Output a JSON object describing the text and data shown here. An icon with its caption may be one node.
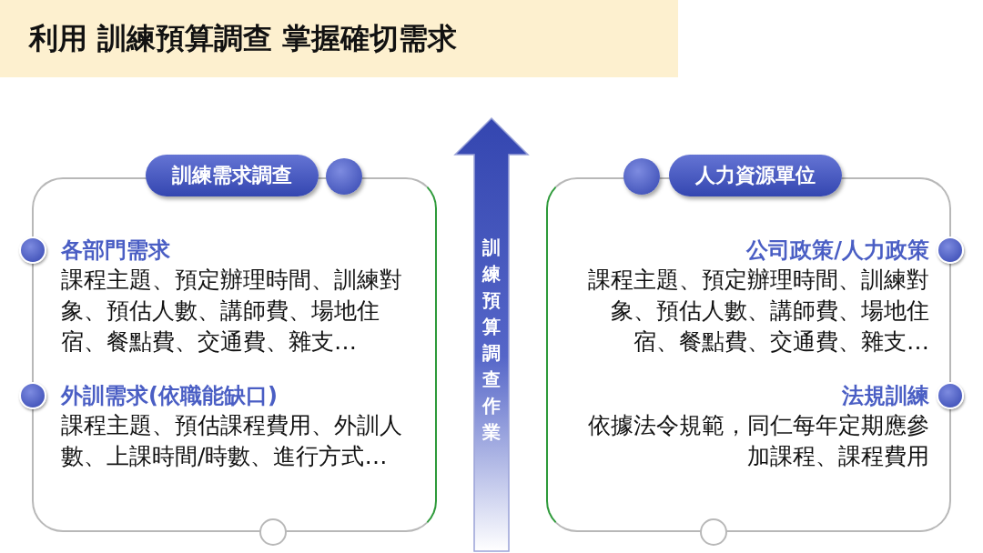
{
  "diagram": {
    "title": "利用 **訓練預算調查** 掌握確切需求",
    "nodes": [
      {
        "text": [
          "訓練需求調查"
        ]
      },
      {
        "text": [
          "各部門需求",
          "課程主題、預定辦理時間、訓練對象、預估人數、講師費、場地住宿、餐點費、交通費、雜支…"
        ],
        "in": 0
      },
      {
        "text": [
          "外訓需求(依職能缺口)",
          "課程主題、預估課程費用、外訓人數、上課時間/時數、進行方式…"
        ],
        "in": 0
      },
      {
        "text": [
          "訓練預算調查作業"
        ]
      },
      {
        "text": [
          "人力資源單位"
        ]
      },
      {
        "text": [
          "公司政策/人力政策",
          "課程主題、預定辦理時間、訓練對象、預估人數、講師費、場地住宿、餐點費、交通費、雜支…"
        ],
        "in": 4
      },
      {
        "text": [
          "法規訓練",
          "依據法令規範，同仁每年定期應參加課程、課程費用"
        ],
        "in": 4
      }
    ]
  }
}
